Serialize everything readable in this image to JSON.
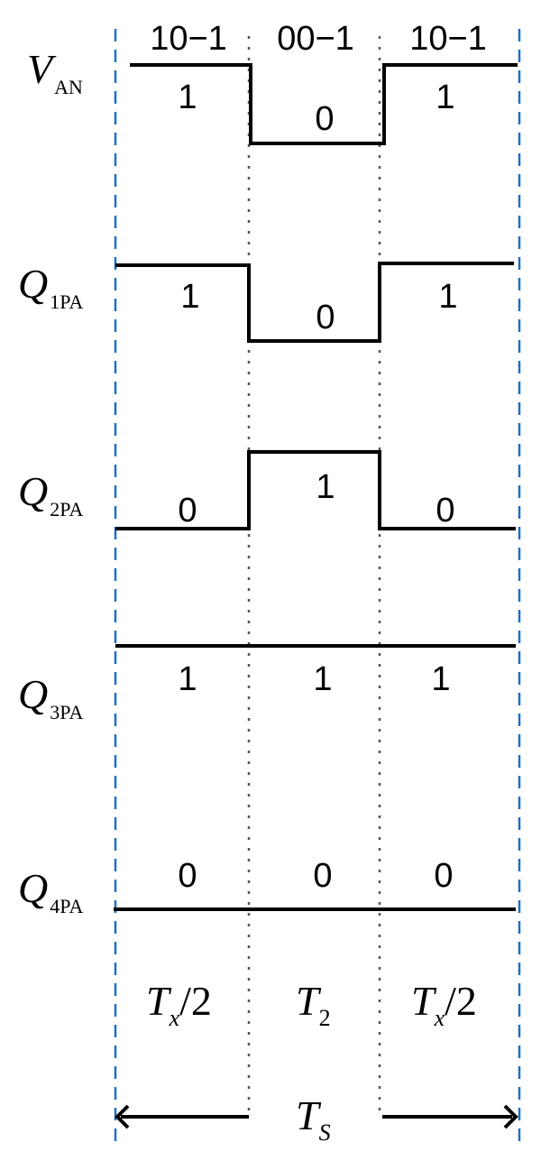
{
  "segment_codes": [
    "10−1",
    "00−1",
    "10−1"
  ],
  "signals": [
    {
      "name": "V",
      "sub": "AN",
      "levels": [
        1,
        0,
        1
      ],
      "labels": [
        "1",
        "0",
        "1"
      ]
    },
    {
      "name": "Q",
      "sub": "1PA",
      "levels": [
        1,
        0,
        1
      ],
      "labels": [
        "1",
        "0",
        "1"
      ]
    },
    {
      "name": "Q",
      "sub": "2PA",
      "levels": [
        0,
        1,
        0
      ],
      "labels": [
        "0",
        "1",
        "0"
      ]
    },
    {
      "name": "Q",
      "sub": "3PA",
      "levels": [
        1,
        1,
        1
      ],
      "labels": [
        "1",
        "1",
        "1"
      ]
    },
    {
      "name": "Q",
      "sub": "4PA",
      "levels": [
        0,
        0,
        0
      ],
      "labels": [
        "0",
        "0",
        "0"
      ]
    }
  ],
  "durations": [
    {
      "main": "T",
      "sub": "x",
      "suffix": "/2"
    },
    {
      "main": "T",
      "sub": "2",
      "suffix": ""
    },
    {
      "main": "T",
      "sub": "x",
      "suffix": "/2"
    }
  ],
  "period": {
    "main": "T",
    "sub": "S"
  },
  "colors": {
    "boundary": "#1f6fc4",
    "line": "#000000",
    "divider": "#555555"
  }
}
